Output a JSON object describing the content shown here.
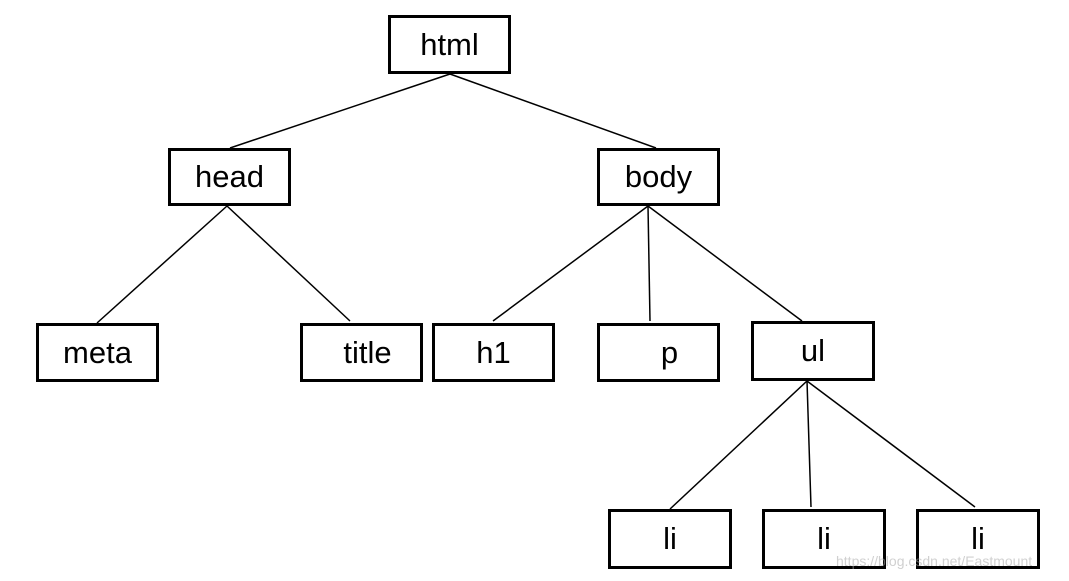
{
  "diagram": {
    "type": "tree",
    "nodes": {
      "html": "html",
      "head": "head",
      "body": "body",
      "meta": "meta",
      "title": "title",
      "h1": "h1",
      "p": "p",
      "ul": "ul",
      "li1": "li",
      "li2": "li",
      "li3": "li"
    },
    "edges": [
      [
        "html",
        "head"
      ],
      [
        "html",
        "body"
      ],
      [
        "head",
        "meta"
      ],
      [
        "head",
        "title"
      ],
      [
        "body",
        "h1"
      ],
      [
        "body",
        "p"
      ],
      [
        "body",
        "ul"
      ],
      [
        "ul",
        "li1"
      ],
      [
        "ul",
        "li2"
      ],
      [
        "ul",
        "li3"
      ]
    ],
    "line_color": "#000000",
    "box_border_color": "#000000"
  },
  "watermark": "https://blog.csdn.net/Eastmount"
}
